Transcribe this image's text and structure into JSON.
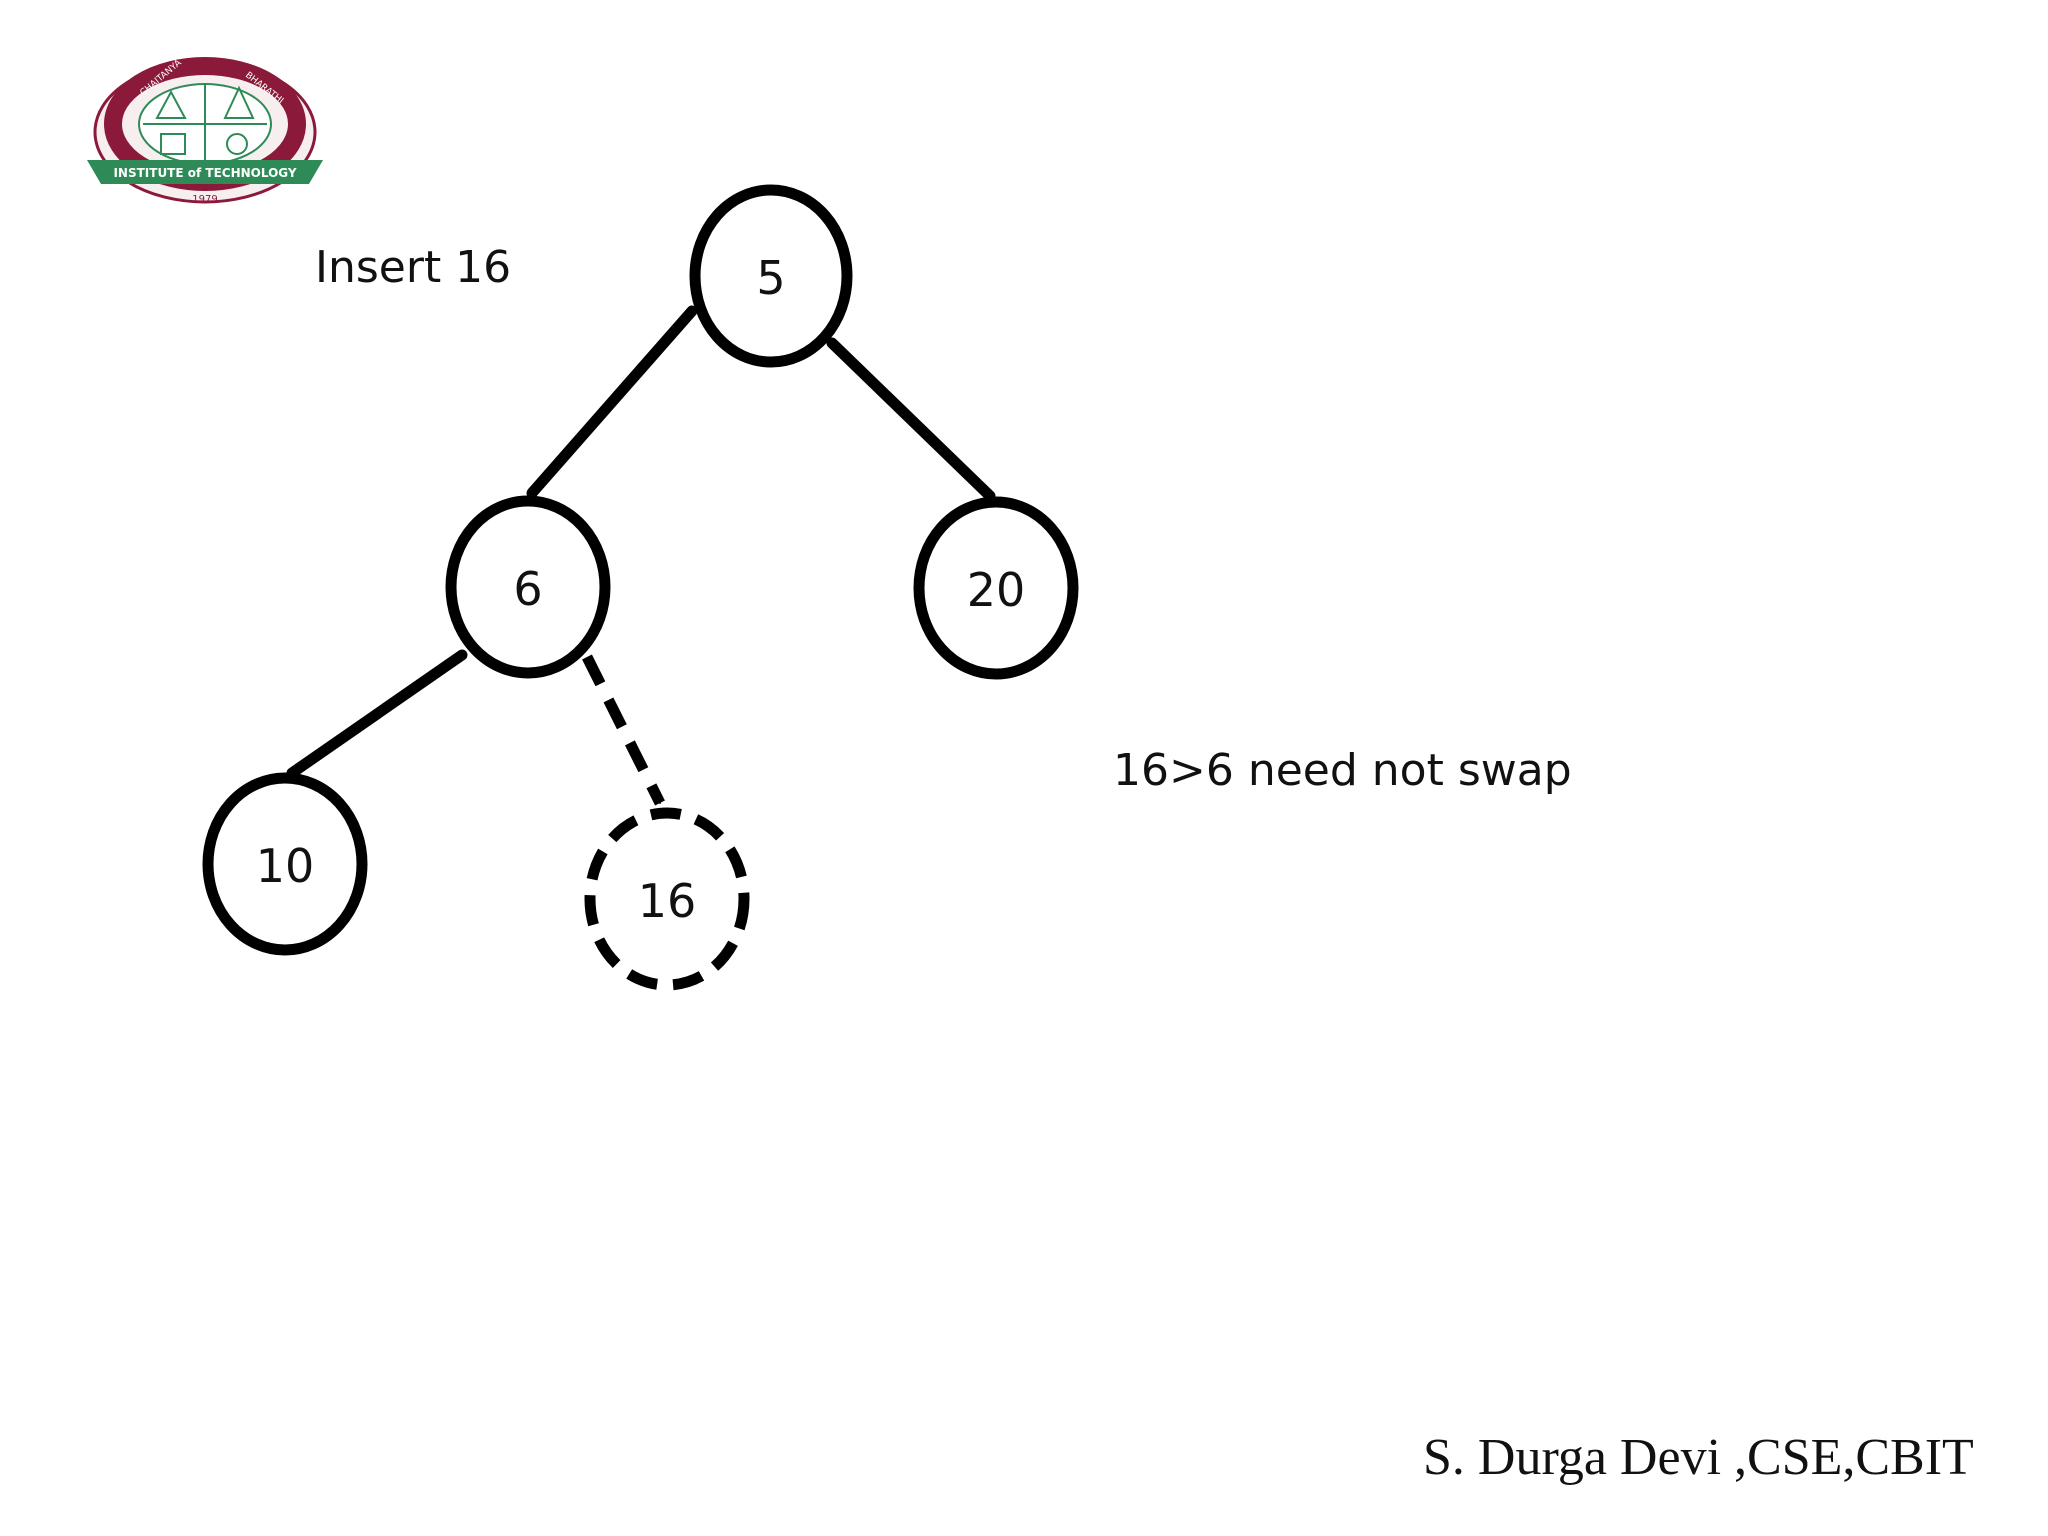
{
  "slide": {
    "instruction": "Insert 16",
    "note": "16>6 need not swap",
    "footer": "S. Durga Devi ,CSE,CBIT"
  },
  "logo": {
    "name": "college-crest",
    "banner_text": "INSTITUTE of TECHNOLOGY",
    "arc_text_left": "CHAITANYA",
    "arc_text_right": "BHARATHI",
    "year": "1979",
    "colors": {
      "maroon": "#8b1a3a",
      "green": "#2e8b57",
      "light": "#f3ecec"
    }
  },
  "tree": {
    "nodes": [
      {
        "id": "n5",
        "value": "5",
        "style": "solid"
      },
      {
        "id": "n6",
        "value": "6",
        "style": "solid"
      },
      {
        "id": "n20",
        "value": "20",
        "style": "solid"
      },
      {
        "id": "n10",
        "value": "10",
        "style": "solid"
      },
      {
        "id": "n16",
        "value": "16",
        "style": "dashed"
      }
    ],
    "edges": [
      {
        "from": "n5",
        "to": "n6",
        "style": "solid"
      },
      {
        "from": "n5",
        "to": "n20",
        "style": "solid"
      },
      {
        "from": "n6",
        "to": "n10",
        "style": "solid"
      },
      {
        "from": "n6",
        "to": "n16",
        "style": "dashed"
      }
    ]
  }
}
